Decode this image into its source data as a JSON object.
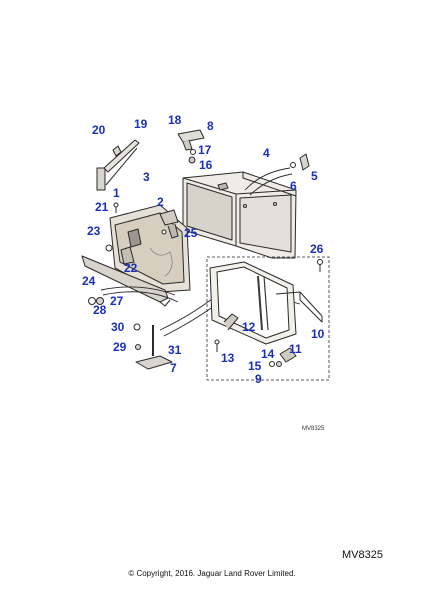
{
  "diagram": {
    "callouts": [
      "1",
      "2",
      "3",
      "4",
      "5",
      "6",
      "7",
      "8",
      "9",
      "10",
      "11",
      "12",
      "13",
      "14",
      "15",
      "16",
      "17",
      "18",
      "19",
      "20",
      "21",
      "22",
      "23",
      "24",
      "25",
      "26",
      "27",
      "28",
      "29",
      "30",
      "31"
    ],
    "small_ref": "MV8325"
  },
  "footer": {
    "ref_code": "MV8325",
    "copyright": "© Copyright, 2016. Jaguar Land Rover Limited."
  },
  "colors": {
    "callout": "#1a2fbf",
    "line": "#2a2a2a",
    "shade": "#c9c6c0"
  }
}
